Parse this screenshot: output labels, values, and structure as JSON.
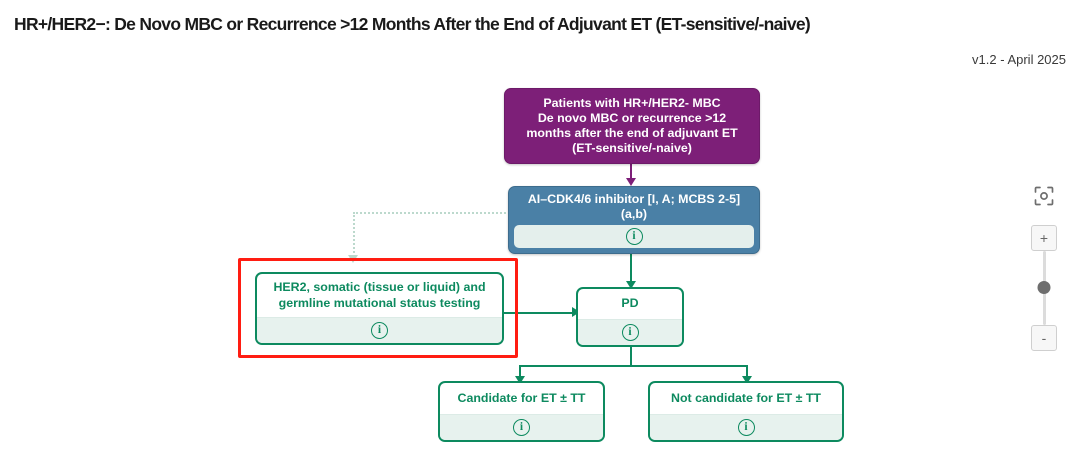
{
  "header": {
    "title": "HR+/HER2−: De Novo MBC or Recurrence >12 Months After the End of Adjuvant ET (ET-sensitive/-naive)",
    "version": "v1.2 - April 2025"
  },
  "diagram": {
    "nodes": {
      "start": {
        "label": "Patients with HR+/HER2- MBC\nDe novo MBC or recurrence >12\nmonths after the end of adjuvant ET\n(ET-sensitive/-naive)",
        "lines": [
          "Patients with HR+/HER2- MBC",
          "De novo MBC or recurrence >12",
          "months after the end of adjuvant ET",
          "(ET-sensitive/-naive)"
        ],
        "style": "purple",
        "has_info": false
      },
      "treatment": {
        "lines": [
          "AI–CDK4/6 inhibitor [I, A; MCBS 2-5]",
          "(a,b)"
        ],
        "style": "blue",
        "has_info": true
      },
      "testing": {
        "lines": [
          "HER2, somatic (tissue or liquid) and",
          "germline mutational status testing"
        ],
        "style": "green",
        "has_info": true,
        "highlighted": true
      },
      "pd": {
        "lines": [
          "PD"
        ],
        "style": "green",
        "has_info": true
      },
      "candidate": {
        "lines": [
          "Candidate for ET ± TT"
        ],
        "style": "green",
        "has_info": true
      },
      "not_candidate": {
        "lines": [
          "Not candidate for ET ± TT"
        ],
        "style": "green",
        "has_info": true
      }
    },
    "info_icon_glyph": "i",
    "colors": {
      "purple": "#7d1f78",
      "blue": "#4a80a6",
      "green": "#0d8a5f",
      "green_footer": "#e7f2ee",
      "highlight_red": "#ff1d12",
      "faint_connector": "#bcd9cd"
    }
  },
  "view_controls": {
    "fit_view_label": "fit-to-view",
    "zoom_in_label": "+",
    "zoom_out_label": "-"
  }
}
